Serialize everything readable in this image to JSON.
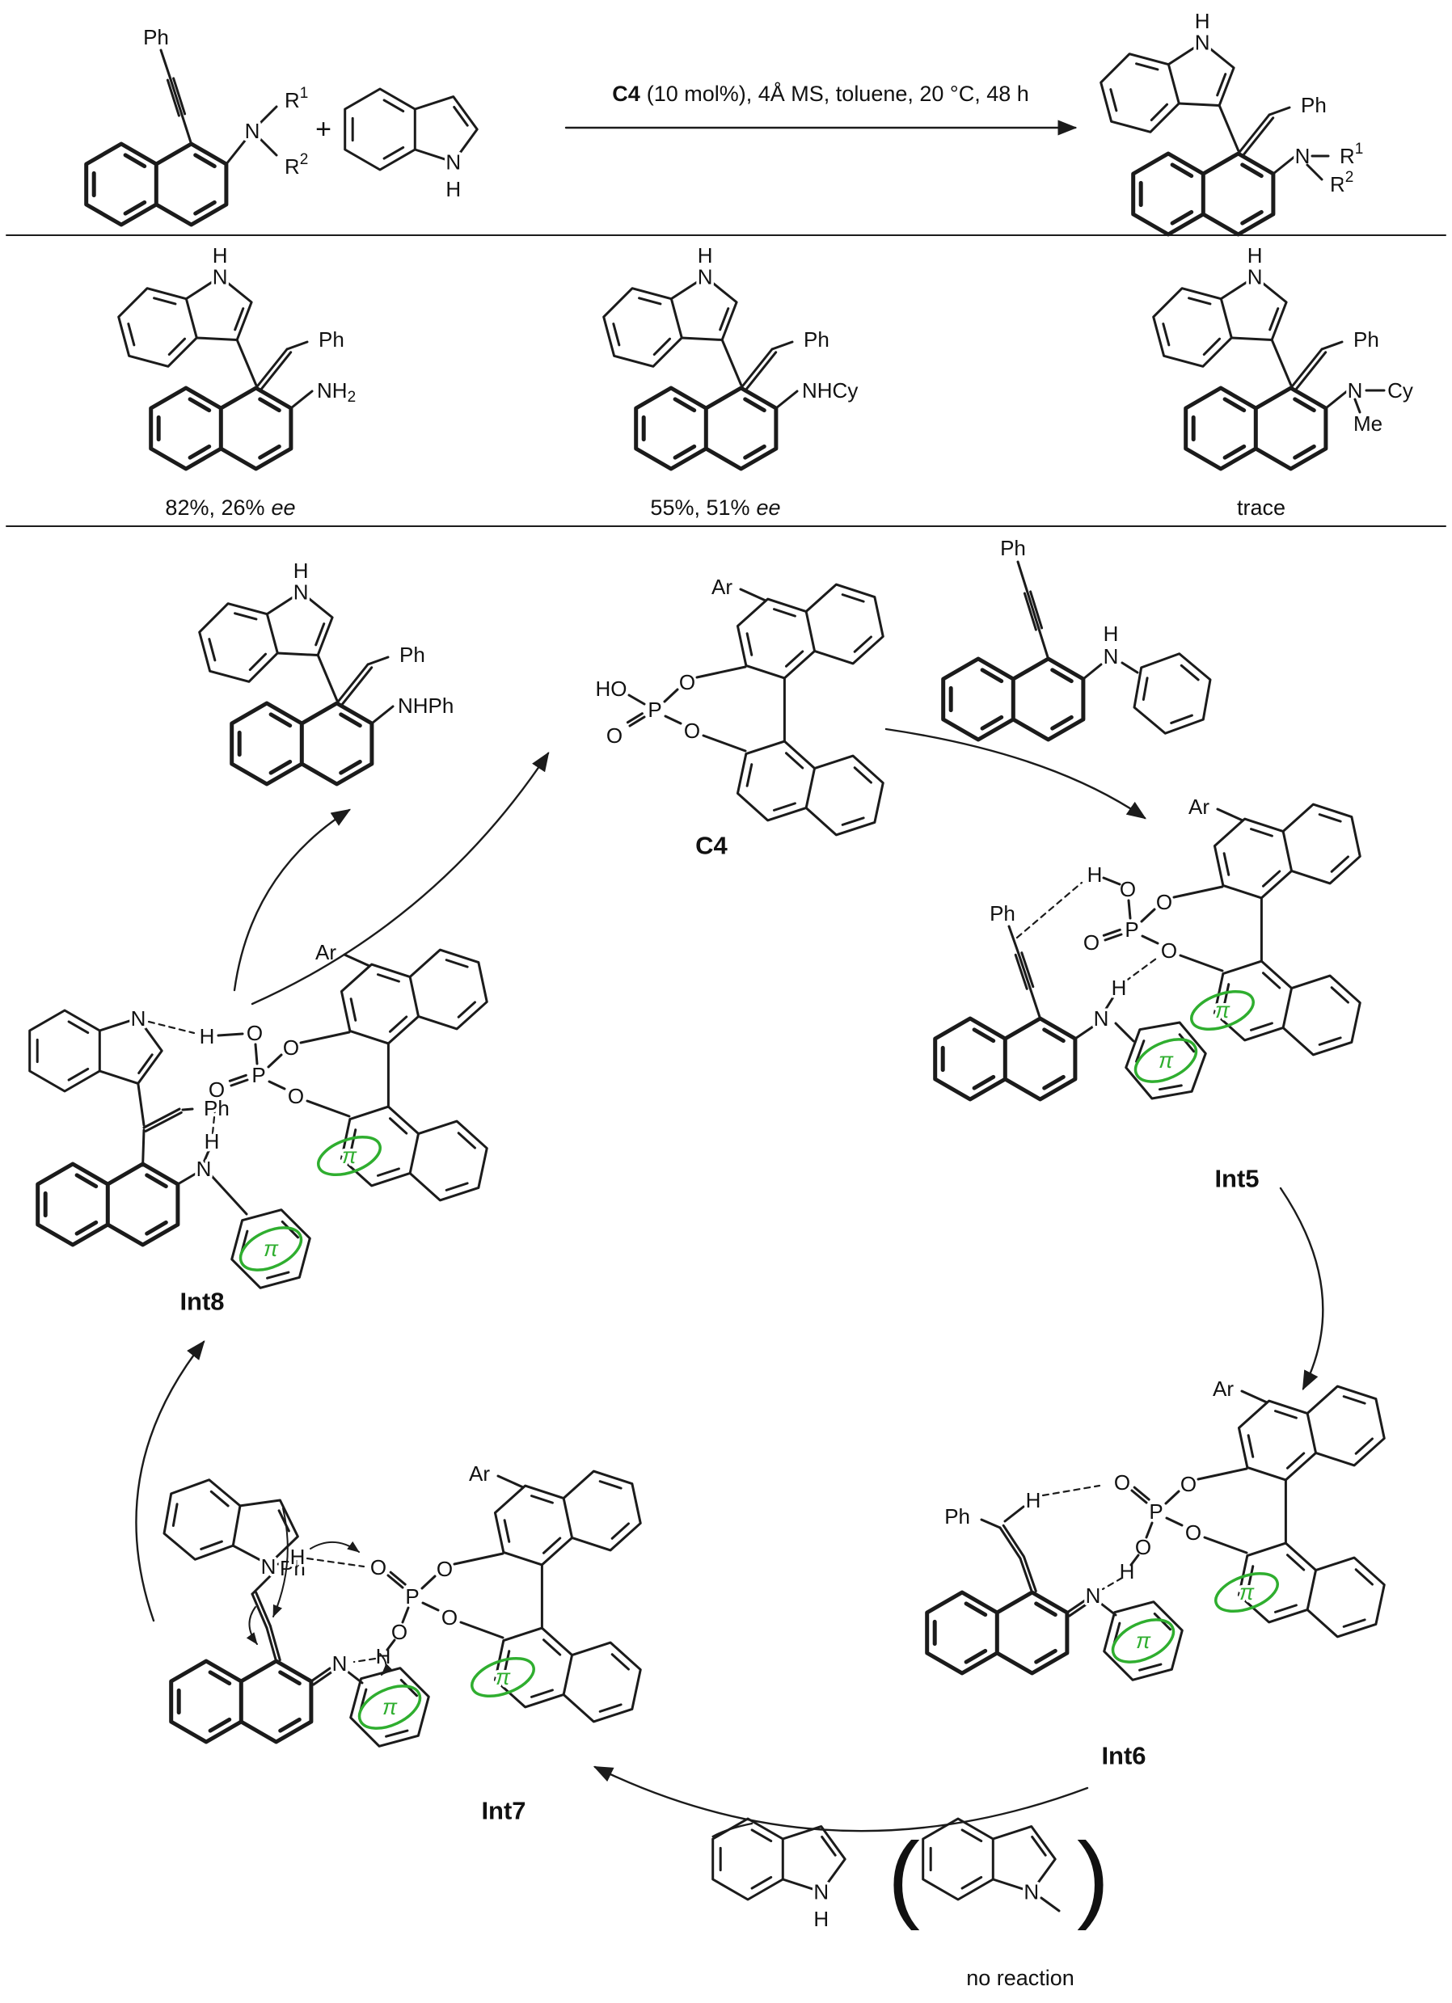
{
  "atoms": {
    "Ph": "Ph",
    "N": "N",
    "H": "H",
    "O": "O",
    "P": "P",
    "HO": "HO",
    "Ar": "Ar",
    "pi": "π",
    "plus": "+",
    "R": "R",
    "sup1": "1",
    "sup2": "2",
    "NH": "NH",
    "sub2": "2",
    "NHCy": "NHCy",
    "Cy": "Cy",
    "Me": "Me",
    "NHPh": "NHPh",
    "paren_l": "(",
    "paren_r": ")"
  },
  "scheme": {
    "catalyst": "C4",
    "conditions": "(10 mol%), 4Å MS, toluene, 20 °C, 48 h"
  },
  "results": [
    {
      "value": "82%, 26%",
      "ee": "ee"
    },
    {
      "value": "55%, 51%",
      "ee": "ee"
    },
    {
      "value": "trace",
      "ee": ""
    }
  ],
  "cycle": {
    "c4": "C4",
    "int5": "Int5",
    "int6": "Int6",
    "int7": "Int7",
    "int8": "Int8",
    "no_reaction": "no reaction"
  },
  "colors": {
    "pi_green": "#2fae2f",
    "bond": "#1b1b1b"
  }
}
